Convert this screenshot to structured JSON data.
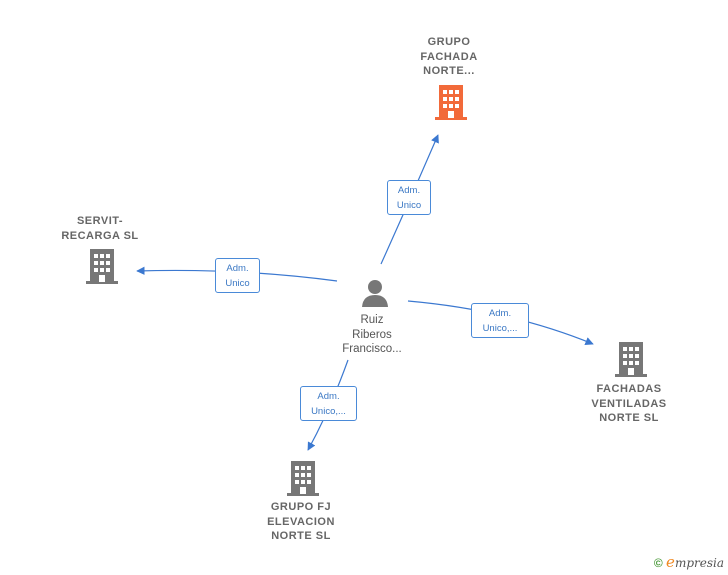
{
  "nodes": {
    "grupo_fachada": {
      "label": [
        "GRUPO",
        "FACHADA",
        "NORTE..."
      ],
      "color": "#f26a3a"
    },
    "servit": {
      "label": [
        "SERVIT-",
        "RECARGA SL"
      ],
      "color": "#777777"
    },
    "fachadas_ventiladas": {
      "label": [
        "FACHADAS",
        "VENTILADAS",
        "NORTE SL"
      ],
      "color": "#777777"
    },
    "grupo_fj": {
      "label": [
        "GRUPO FJ",
        "ELEVACION",
        "NORTE  SL"
      ],
      "color": "#777777"
    }
  },
  "person": {
    "label": [
      "Ruiz",
      "Riberos",
      "Francisco..."
    ],
    "color": "#777777"
  },
  "edges": {
    "to_grupo_fachada": [
      "Adm.",
      "Unico"
    ],
    "to_servit": [
      "Adm.",
      "Unico"
    ],
    "to_fachadas": [
      "Adm.",
      "Unico,..."
    ],
    "to_grupo_fj": [
      "Adm.",
      "Unico,..."
    ]
  },
  "edge_color": "#3b78d0",
  "brand": {
    "copyright": "©",
    "initial": "e",
    "rest": "mpresia"
  }
}
